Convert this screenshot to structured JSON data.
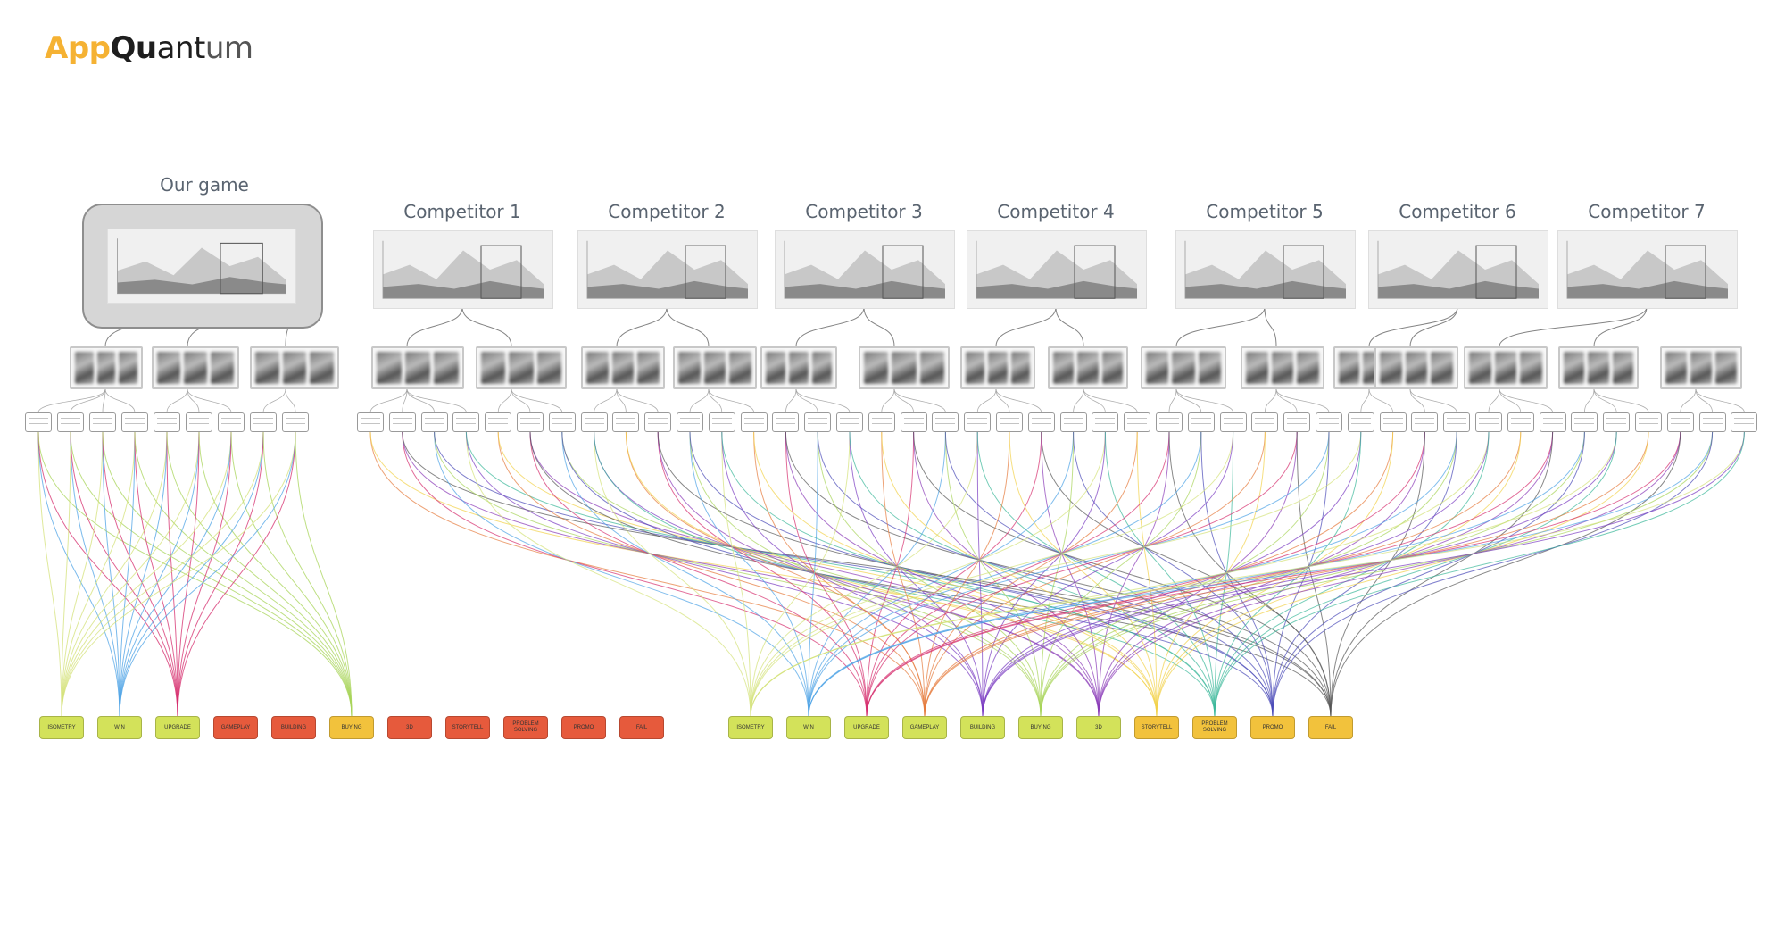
{
  "logo": {
    "part1": "App",
    "part2": "Qu",
    "part3": "ant",
    "part4": "um"
  },
  "our_game": {
    "title": "Our game"
  },
  "competitors": [
    {
      "title": "Competitor 1",
      "center": 518
    },
    {
      "title": "Competitor 2",
      "center": 747
    },
    {
      "title": "Competitor 3",
      "center": 968
    },
    {
      "title": "Competitor 4",
      "center": 1183
    },
    {
      "title": "Competitor 5",
      "center": 1417
    },
    {
      "title": "Competitor 6",
      "center": 1633
    },
    {
      "title": "Competitor 7",
      "center": 1845
    }
  ],
  "colors": {
    "green": "#d3e25a",
    "red": "#e65a3c",
    "yellow": "#f2c23c",
    "line_isometry": "#d4e27a",
    "line_win": "#4da3e6",
    "line_upgrade": "#d62e6e",
    "line_gameplay": "#e67a3c",
    "line_building": "#7a3cc2",
    "line_buying": "#a8d45a",
    "line_3d": "#8a3ab8",
    "line_storytell": "#f2d24a",
    "line_problem": "#3cb89a",
    "line_promo": "#4a4ab8",
    "line_fail": "#555555"
  },
  "our_tags": [
    {
      "label": "ISOMETRY",
      "color": "green"
    },
    {
      "label": "WIN",
      "color": "green"
    },
    {
      "label": "UPGRADE",
      "color": "green"
    },
    {
      "label": "GAMEPLAY",
      "color": "red"
    },
    {
      "label": "BUILDING",
      "color": "red"
    },
    {
      "label": "BUYING",
      "color": "yellow"
    },
    {
      "label": "3D",
      "color": "red"
    },
    {
      "label": "STORYTELL",
      "color": "red"
    },
    {
      "label": "PROBLEM SOLVING",
      "color": "red"
    },
    {
      "label": "PROMO",
      "color": "red"
    },
    {
      "label": "FAIL",
      "color": "red"
    }
  ],
  "competitor_tags": [
    {
      "label": "ISOMETRY",
      "color": "green"
    },
    {
      "label": "WIN",
      "color": "green"
    },
    {
      "label": "UPGRADE",
      "color": "green"
    },
    {
      "label": "GAMEPLAY",
      "color": "green"
    },
    {
      "label": "BUILDING",
      "color": "green"
    },
    {
      "label": "BUYING",
      "color": "green"
    },
    {
      "label": "3D",
      "color": "green"
    },
    {
      "label": "STORYTELL",
      "color": "yellow"
    },
    {
      "label": "PROBLEM SOLVING",
      "color": "yellow"
    },
    {
      "label": "PROMO",
      "color": "yellow"
    },
    {
      "label": "FAIL",
      "color": "yellow"
    }
  ]
}
